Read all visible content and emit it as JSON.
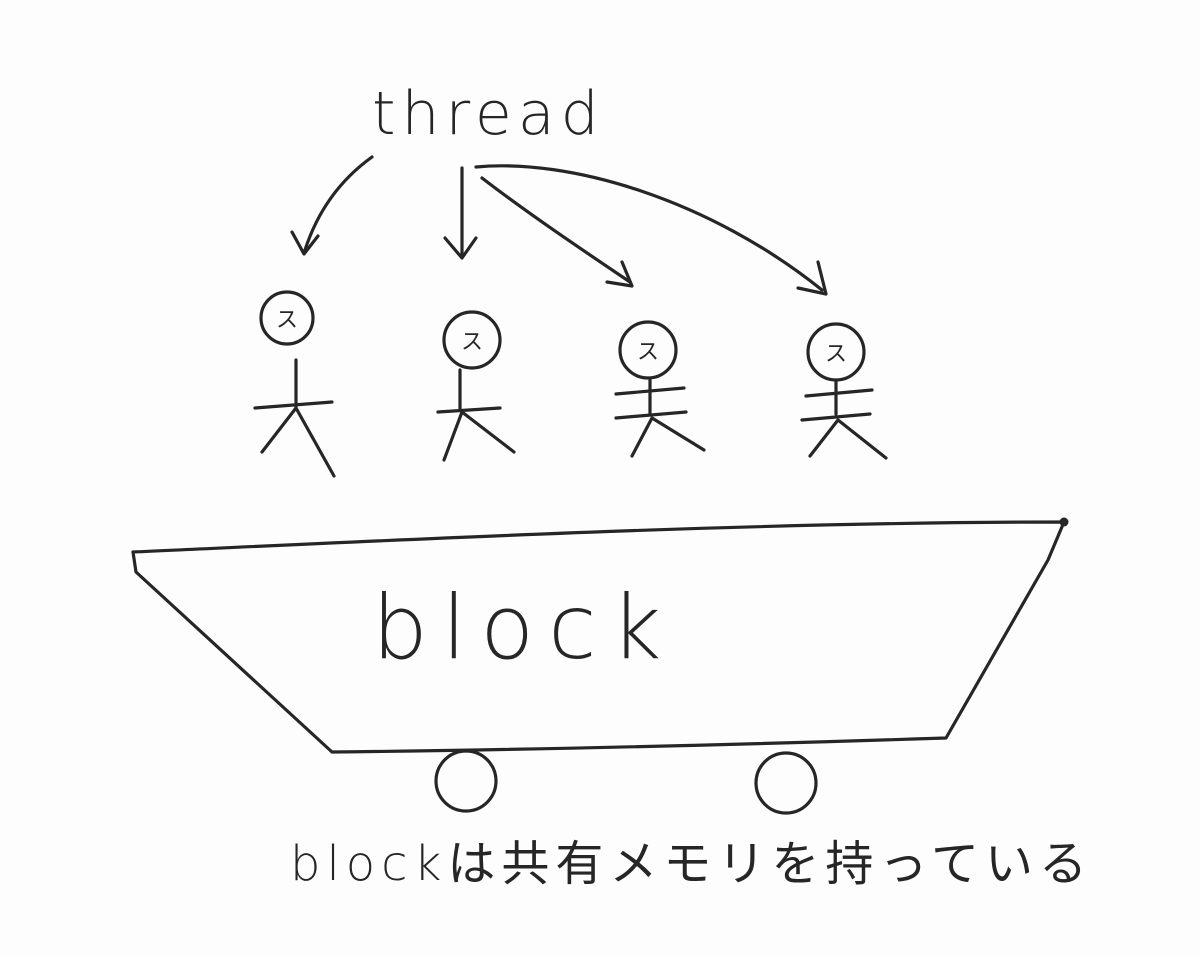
{
  "diagram": {
    "thread_label": "thread",
    "block_label": "block",
    "caption": "blockは共有メモリを持っている",
    "thread_head_glyph": "ス",
    "thread_count": 4,
    "ink_color": "#262626",
    "background_color": "#fdfdfd"
  }
}
